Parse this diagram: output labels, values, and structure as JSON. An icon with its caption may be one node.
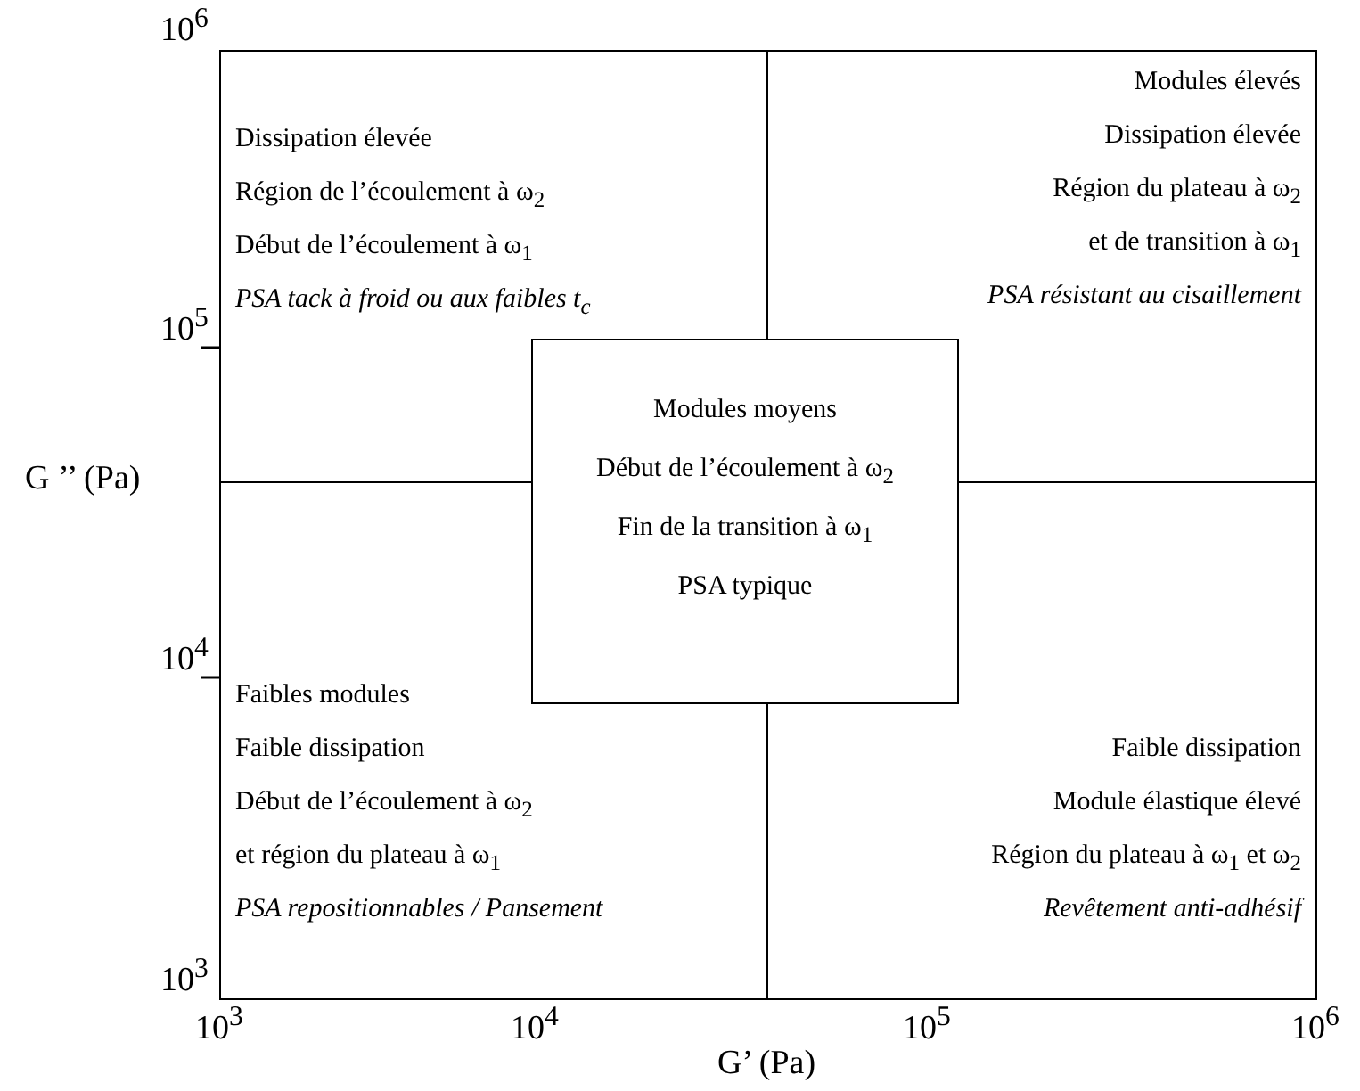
{
  "diagram": {
    "nodes": [
      {
        "text": [
          "Dissipation élevée",
          "Région de l’écoulement à ω$_{2}$",
          "Début de l’écoulement à ω$_{1}$",
          "*PSA tack à froid ou aux faibles t$_{c}$*"
        ]
      },
      {
        "text": [
          "Modules élevés",
          "Dissipation élevée",
          "Région du plateau à ω$_{2}$",
          "et de transition à ω$_{1}$",
          "*PSA résistant au cisaillement*"
        ]
      },
      {
        "text": [
          "Modules moyens",
          "Début de l’écoulement à ω$_{2}$",
          "Fin de la transition à ω$_{1}$",
          "PSA typique"
        ]
      },
      {
        "text": [
          "Faibles modules",
          "Faible dissipation",
          "Début de l’écoulement à ω$_{2}$",
          "et région du plateau à ω$_{1}$",
          "*PSA repositionnables / Pansement*"
        ]
      },
      {
        "text": [
          "Faible dissipation",
          "Module élastique élevé",
          "Région du plateau à ω$_{1}$ et ω$_{2}$",
          "*Revêtement anti-adhésif*"
        ]
      }
    ],
    "labels": [
      "10$^{6}$",
      "10$^{5}$",
      "G ’’ (Pa)",
      "10$^{4}$",
      "10$^{3}$",
      "10$^{3}$",
      "10$^{4}$",
      "10$^{5}$",
      "10$^{6}$",
      "G’ (Pa)"
    ]
  }
}
